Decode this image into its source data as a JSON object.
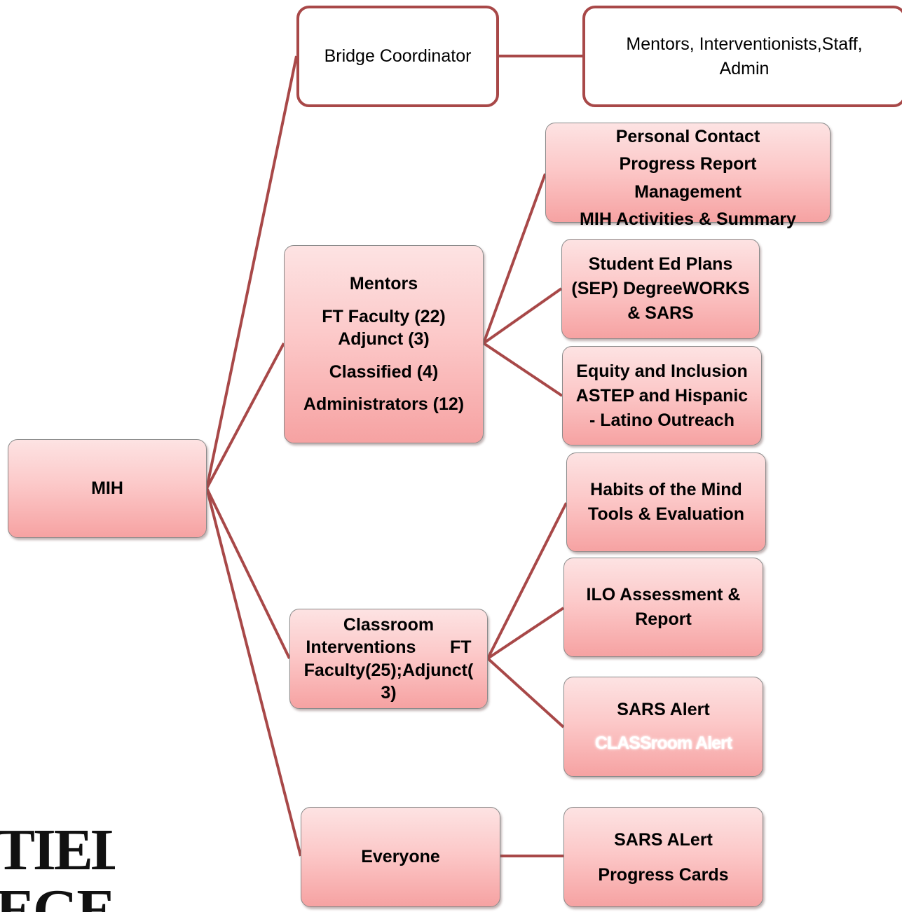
{
  "colors": {
    "connector": "#a84848",
    "node_fill_top": "#fde3e3",
    "node_fill_bottom": "#f6a2a2",
    "white_node_border": "#a84848"
  },
  "logo": {
    "line1": "TIELD",
    "line2": "EGE"
  },
  "nodes": {
    "mih": {
      "lines": [
        "MIH"
      ]
    },
    "bridge_coordinator": {
      "lines": [
        "Bridge Coordinator"
      ]
    },
    "mentors_interventionists": {
      "lines": [
        "Mentors, Interventionists,Staff,",
        "Admin"
      ]
    },
    "personal_contact": {
      "lines": [
        "Personal Contact",
        "Progress Report",
        "Management",
        "MIH Activities & Summary"
      ]
    },
    "mentors": {
      "lines": [
        "Mentors",
        "FT Faculty (22)",
        "Adjunct (3)",
        "Classified (4)",
        "Administrators (12)"
      ]
    },
    "student_ed_plans": {
      "lines": [
        "Student Ed Plans",
        "(SEP) DegreeWORKS",
        "& SARS"
      ]
    },
    "equity_inclusion": {
      "lines": [
        "Equity and Inclusion",
        "ASTEP and Hispanic",
        "- Latino Outreach"
      ]
    },
    "habits_of_mind": {
      "lines": [
        "Habits of the Mind",
        "Tools & Evaluation"
      ]
    },
    "ilo_assessment": {
      "lines": [
        "ILO Assessment &",
        "Report"
      ]
    },
    "classroom_interventions": {
      "lines": [
        "Classroom",
        "Interventions       FT",
        "Faculty(25);Adjunct(",
        "3)"
      ]
    },
    "sars_alert": {
      "lines": [
        "SARS Alert"
      ],
      "glow_line": "CLASSroom Alert"
    },
    "everyone": {
      "lines": [
        "Everyone"
      ]
    },
    "sars_alert_cards": {
      "lines": [
        "SARS ALert",
        "Progress Cards"
      ]
    }
  }
}
